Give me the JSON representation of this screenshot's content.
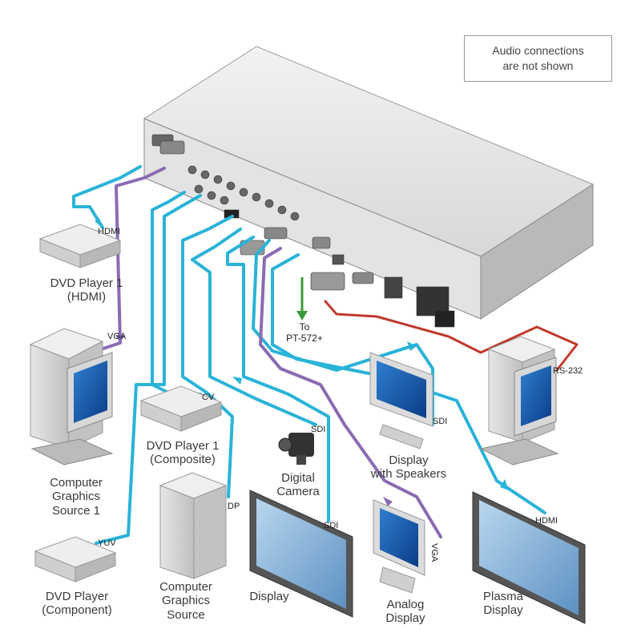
{
  "note": {
    "line1": "Audio connections",
    "line2": "are not shown"
  },
  "devices": {
    "dvd_hdmi": {
      "line1": "DVD Player 1",
      "line2": "(HDMI)"
    },
    "dvd_comp": {
      "line1": "DVD Player 1",
      "line2": "(Composite)"
    },
    "pc1": {
      "line1": "Computer",
      "line2": "Graphics",
      "line3": "Source 1"
    },
    "dvd_yuv": {
      "line1": "DVD Player",
      "line2": "(Component)"
    },
    "pc2": {
      "line1": "Computer",
      "line2": "Graphics",
      "line3": "Source"
    },
    "camera": {
      "line1": "Digital",
      "line2": "Camera"
    },
    "display": {
      "line1": "Display"
    },
    "analog": {
      "line1": "Analog",
      "line2": "Display"
    },
    "speakers": {
      "line1": "Display",
      "line2": "with Speakers"
    },
    "plasma": {
      "line1": "Plasma",
      "line2": "Display"
    },
    "rs232_pc": {
      "line1": ""
    }
  },
  "connections": {
    "hdmi_in": "HDMI",
    "vga_in": "VGA",
    "cv": "CV",
    "dp": "DP",
    "yuv": "YUV",
    "sdi_cam": "SDI",
    "sdi_display": "SDI",
    "sdi_speakers": "SDI",
    "vga_out": "VGA",
    "hdmi_out": "HDMI",
    "rs232": "RS-232",
    "to_pt_line1": "To",
    "to_pt_line2": "PT-572+"
  },
  "colors": {
    "hdmi_cable": "#2ab3d8",
    "vga_cable": "#8a6bb3",
    "rs232_cable": "#c0392b",
    "arrow_green": "#3a9a3a"
  }
}
